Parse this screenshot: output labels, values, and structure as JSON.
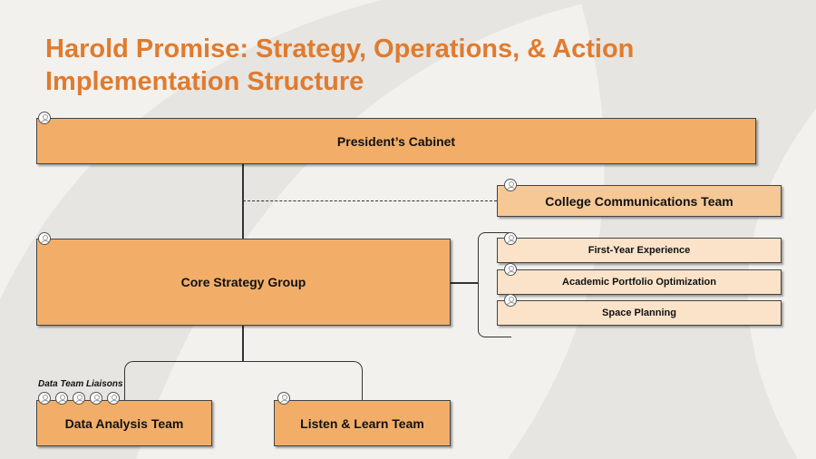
{
  "title": "Harold Promise: Strategy, Operations, & Action Implementation Structure",
  "boxes": {
    "presidents_cabinet": "President’s Cabinet",
    "college_communications": "College Communications Team",
    "core_strategy": "Core Strategy Group",
    "first_year": "First-Year Experience",
    "academic_portfolio": "Academic Portfolio Optimization",
    "space_planning": "Space Planning",
    "data_analysis": "Data Analysis Team",
    "listen_learn": "Listen & Learn Team"
  },
  "liaisons_label": "Data Team Liaisons",
  "colors": {
    "title": "#E07B2E",
    "primary_box": "#F2AE68",
    "communications_box": "#F5C895",
    "sub_box": "#FAE3C8"
  }
}
